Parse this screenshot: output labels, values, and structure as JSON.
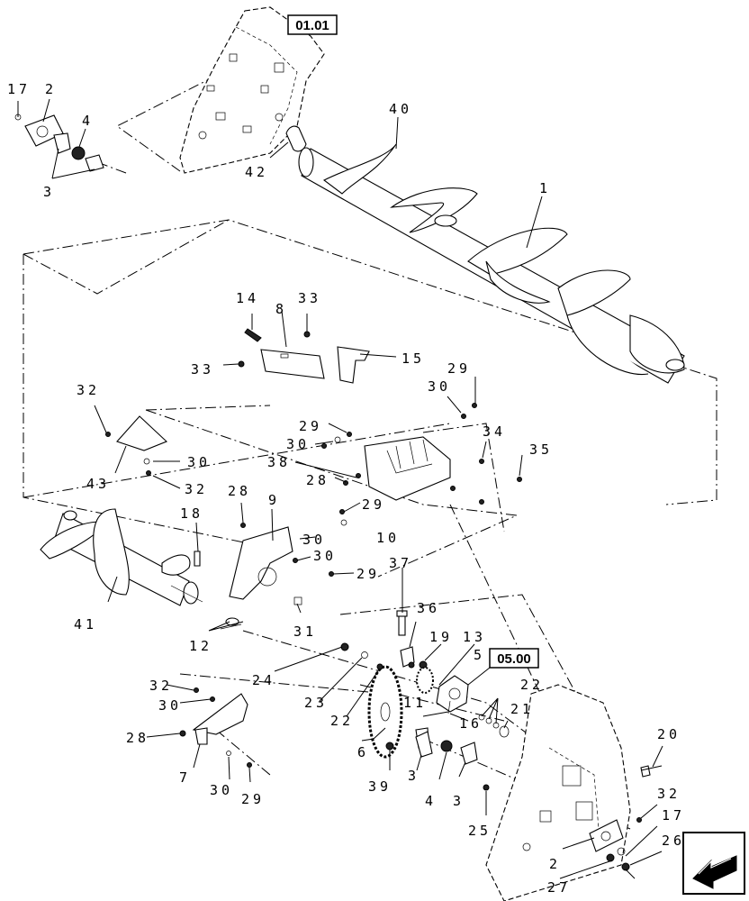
{
  "reference_boxes": [
    "01.01",
    "05.00"
  ],
  "callouts": {
    "c17a": "17",
    "c2a": "2",
    "c4a": "4",
    "c3a": "3",
    "c40": "40",
    "c42": "42",
    "c1a": "1",
    "c14": "14",
    "c33a": "33",
    "c8": "8",
    "c15": "15",
    "c33b": "33",
    "c32a": "32",
    "c43": "43",
    "c30a": "30",
    "c32b": "32",
    "c29a": "29",
    "c30b": "30",
    "c29b": "29",
    "c30c": "30",
    "c38": "38",
    "c28a": "28",
    "c34": "34",
    "c35": "35",
    "c29c": "29",
    "c10": "10",
    "c18": "18",
    "c28b": "28",
    "c9": "9",
    "c30d": "30",
    "c30e": "30",
    "c29d": "29",
    "c41": "41",
    "c12": "12",
    "c31": "31",
    "c37": "37",
    "c36": "36",
    "c19": "19",
    "c13": "13",
    "c5": "5",
    "c24": "24",
    "c23": "23",
    "c22a": "22",
    "c22b": "22",
    "c11": "11",
    "c16": "16",
    "c21": "21",
    "c32c": "32",
    "c30f": "30",
    "c28c": "28",
    "c7": "7",
    "c30g": "30",
    "c29e": "29",
    "c6": "6",
    "c39": "39",
    "c3b": "3",
    "c4b": "4",
    "c3c": "3",
    "c20": "20",
    "c32d": "32",
    "c17b": "17",
    "c26": "26",
    "c25": "25",
    "c2b": "2",
    "c27": "27"
  },
  "nav_icon": "arrow-left-icon"
}
